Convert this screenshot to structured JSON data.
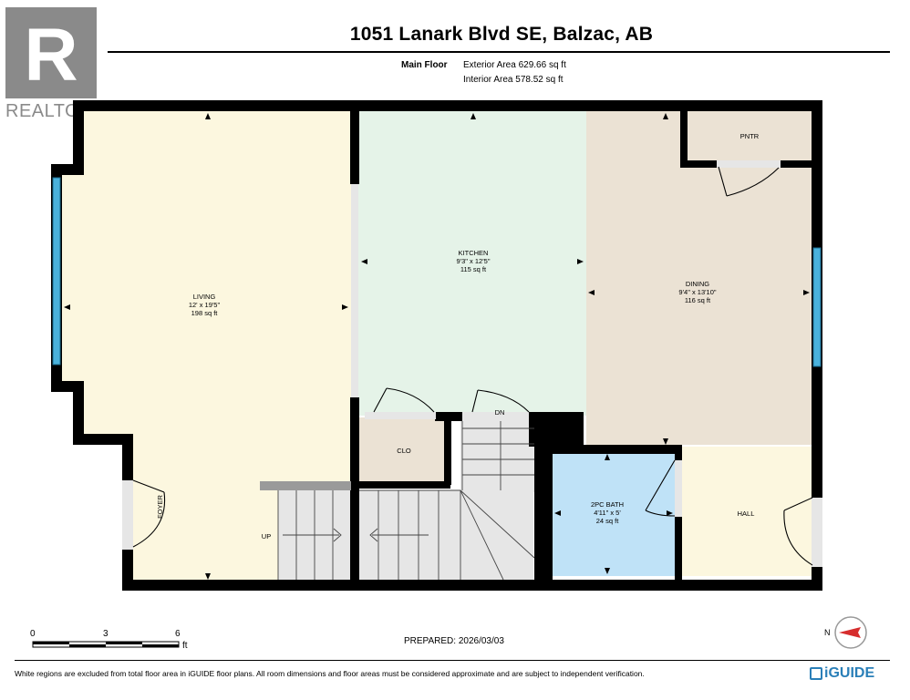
{
  "header": {
    "title": "1051 Lanark Blvd SE, Balzac, AB",
    "floor_label": "Main Floor",
    "exterior_area": "Exterior Area 629.66 sq ft",
    "interior_area": "Interior Area 578.52 sq ft"
  },
  "brand": {
    "realtor_text": "REALTOR",
    "realtor_reg": "®",
    "realtor_letter": "R",
    "iguide_text": "iGUIDE",
    "iguide_color": "#2a7fb8"
  },
  "rooms": [
    {
      "id": "living",
      "name": "LIVING",
      "dims": "12' x 19'5\"",
      "area": "198 sq ft",
      "color": "#fcf7df"
    },
    {
      "id": "kitchen",
      "name": "KITCHEN",
      "dims": "9'3\" x 12'5\"",
      "area": "115 sq ft",
      "color": "#e5f3e8"
    },
    {
      "id": "dining",
      "name": "DINING",
      "dims": "9'4\" x 13'10\"",
      "area": "116 sq ft",
      "color": "#ebe2d4"
    },
    {
      "id": "pantry",
      "name": "PNTR",
      "color": "#ebe2d4"
    },
    {
      "id": "closet",
      "name": "CLO",
      "color": "#ebe2d4"
    },
    {
      "id": "bath",
      "name": "2PC BATH",
      "dims": "4'11\" x 5'",
      "area": "24 sq ft",
      "color": "#bfe2f7"
    },
    {
      "id": "hall",
      "name": "HALL",
      "color": "#fcf7df"
    },
    {
      "id": "foyer",
      "name": "FOYER"
    }
  ],
  "stair_labels": {
    "up": "UP",
    "down": "DN"
  },
  "scale": {
    "labels": [
      "0",
      "3",
      "6"
    ],
    "unit": "ft"
  },
  "compass": {
    "label": "N"
  },
  "footer": {
    "prepared": "PREPARED: 2026/03/03",
    "disclaimer": "White regions are excluded from total floor area in iGUIDE floor plans. All room dimensions and floor areas must be considered approximate and are subject to independent verification."
  },
  "colors": {
    "wall": "#000000",
    "window": "#4ab2dc",
    "stair": "#e6e6e6"
  }
}
